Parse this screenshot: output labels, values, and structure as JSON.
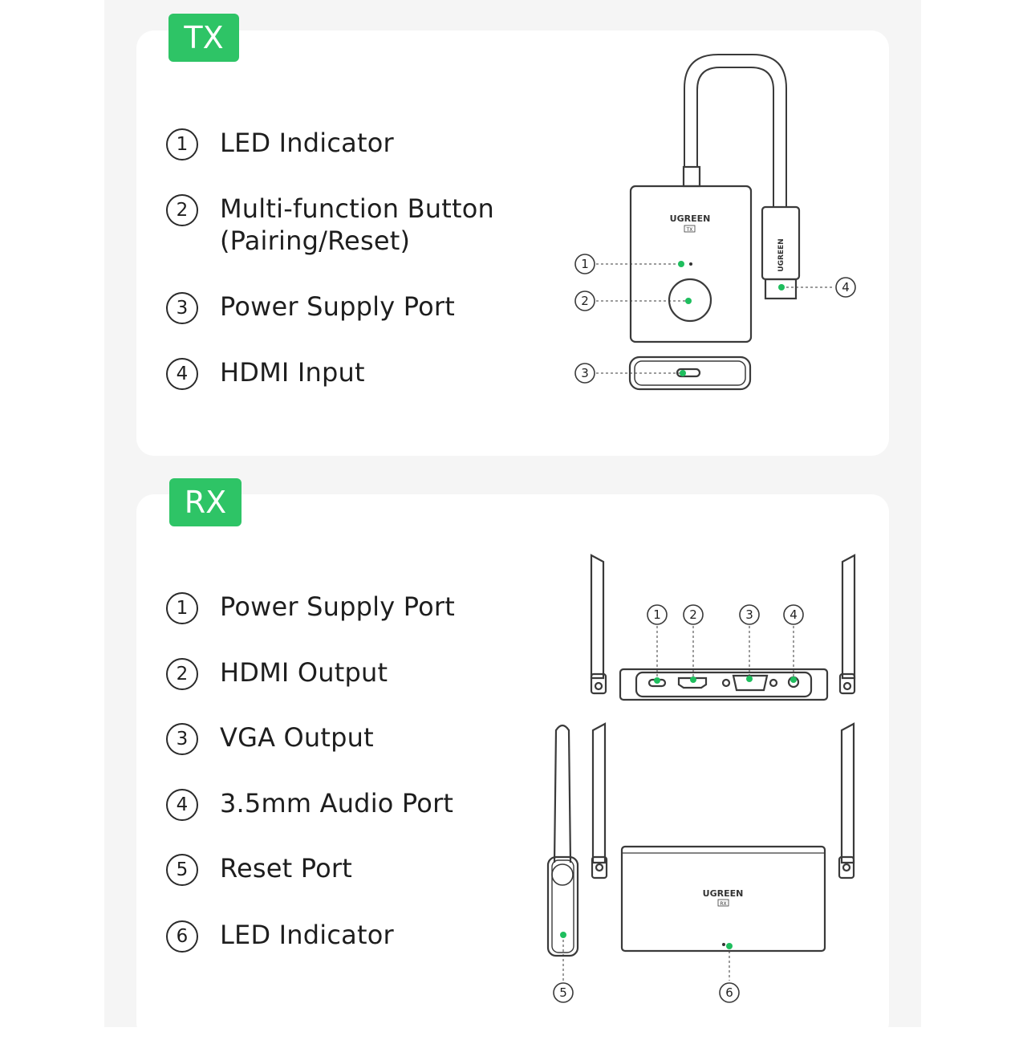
{
  "tx": {
    "tag": "TX",
    "items": [
      {
        "num": "1",
        "label": "LED Indicator"
      },
      {
        "num": "2",
        "label": "Multi-function Button",
        "label2": "(Pairing/Reset)"
      },
      {
        "num": "3",
        "label": "Power Supply Port"
      },
      {
        "num": "4",
        "label": "HDMI Input"
      }
    ],
    "device_brand": "UGREEN",
    "device_badge": "TX",
    "plug_brand": "UGREEN",
    "callouts": [
      "1",
      "2",
      "3",
      "4"
    ]
  },
  "rx": {
    "tag": "RX",
    "items": [
      {
        "num": "1",
        "label": "Power Supply Port"
      },
      {
        "num": "2",
        "label": "HDMI Output"
      },
      {
        "num": "3",
        "label": "VGA Output"
      },
      {
        "num": "4",
        "label": "3.5mm Audio Port"
      },
      {
        "num": "5",
        "label": "Reset Port"
      },
      {
        "num": "6",
        "label": "LED Indicator"
      }
    ],
    "device_brand": "UGREEN",
    "device_badge": "RX",
    "callouts": [
      "1",
      "2",
      "3",
      "4",
      "5",
      "6"
    ]
  },
  "colors": {
    "accent": "#2ec466",
    "line": "#3a3a3a",
    "callout_dot": "#1fbe5e"
  }
}
